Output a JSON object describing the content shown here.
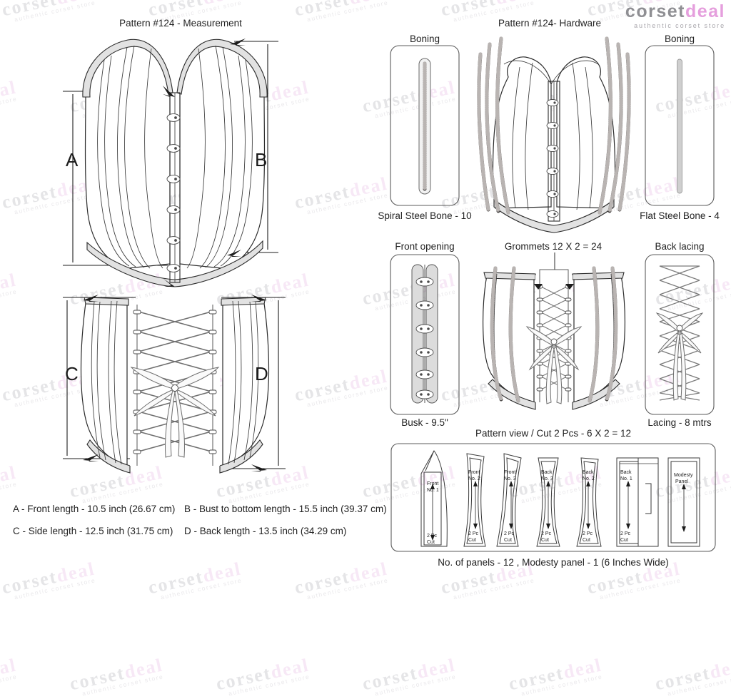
{
  "brand": {
    "name_part1": "corset",
    "name_part2": "deal",
    "tagline": "authentic corset store",
    "watermark_text": "corsetdeal",
    "watermark_sub": "authentic corset store",
    "color_gray": "#8f8f93",
    "color_pink": "#e59fdd"
  },
  "left_panel": {
    "title": "Pattern #124 -  Measurement",
    "dimension_labels": {
      "a": "A",
      "b": "B",
      "c": "C",
      "d": "D"
    },
    "legend": [
      "A - Front length - 10.5 inch (26.67 cm)",
      "B - Bust to bottom length - 15.5 inch (39.37 cm)",
      "C - Side length - 12.5 inch (31.75 cm)",
      "D - Back length - 13.5 inch (34.29 cm)"
    ]
  },
  "right_panel": {
    "title": "Pattern #124-  Hardware",
    "boning_left": {
      "header": "Boning",
      "caption": "Spiral Steel Bone - 10"
    },
    "boning_right": {
      "header": "Boning",
      "caption": "Flat Steel Bone - 4"
    },
    "front_opening": {
      "header": "Front opening",
      "caption": "Busk - 9.5\""
    },
    "back_lacing": {
      "header": "Back lacing",
      "caption": "Lacing - 8 mtrs"
    },
    "grommets_label": "Grommets 12 X 2 = 24",
    "pattern_view_caption": "Pattern view  /  Cut 2 Pcs - 6 X 2 = 12",
    "panels_caption": "No. of panels - 12  , Modesty panel - 1 (6 Inches Wide)"
  },
  "pattern_pieces": [
    {
      "name": "Front\nNo. 1",
      "line1": "Front",
      "line2": "No. 1",
      "cut1": "2 Pc",
      "cut2": "Cut"
    },
    {
      "name": "Front No. 2",
      "line1": "Front",
      "line2": "No. 2",
      "cut1": "2 Pc",
      "cut2": "Cut"
    },
    {
      "name": "Front No. 3",
      "line1": "Front",
      "line2": "No. 3",
      "cut1": "2 Pc",
      "cut2": "Cut"
    },
    {
      "name": "Back No. 3",
      "line1": "Back",
      "line2": "No. 3",
      "cut1": "2 Pc",
      "cut2": "Cut"
    },
    {
      "name": "Back No. 2",
      "line1": "Back",
      "line2": "No. 2",
      "cut1": "2 Pc",
      "cut2": "Cut"
    },
    {
      "name": "Back No. 1",
      "line1": "Back",
      "line2": "No. 1",
      "cut1": "2 Pc",
      "cut2": "Cut"
    },
    {
      "name": "Modesty Panel",
      "line1": "Modesty",
      "line2": "Panel",
      "cut1": "",
      "cut2": ""
    }
  ],
  "specs": {
    "spiral_steel_bone_count": 10,
    "flat_steel_bone_count": 4,
    "busk_length_inch": 9.5,
    "grommets_per_side": 12,
    "grommets_total": 24,
    "lacing_length_m": 8,
    "panel_pieces_per_side": 6,
    "panel_pieces_total": 12,
    "number_of_panels": 12,
    "modesty_panel_count": 1,
    "modesty_panel_width_inch": 6,
    "front_length_inch": 10.5,
    "front_length_cm": 26.67,
    "bust_to_bottom_inch": 15.5,
    "bust_to_bottom_cm": 39.37,
    "side_length_inch": 12.5,
    "side_length_cm": 31.75,
    "back_length_inch": 13.5,
    "back_length_cm": 34.29
  }
}
